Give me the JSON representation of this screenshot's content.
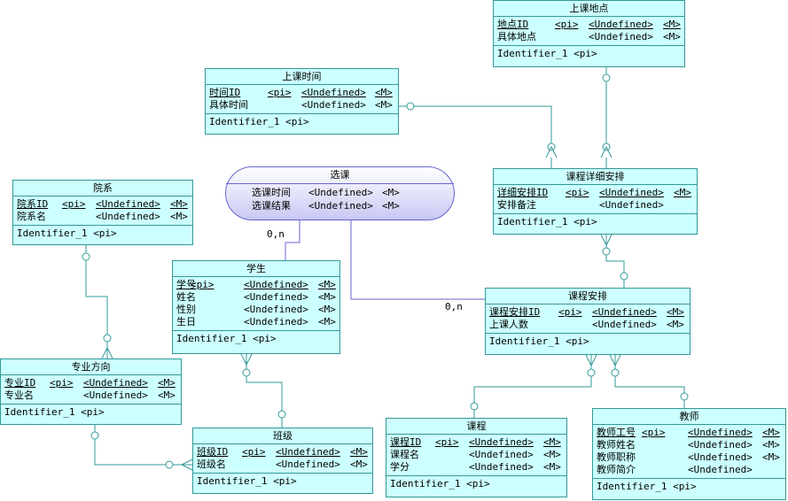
{
  "colors": {
    "entity_fill": "#ccffff",
    "entity_border": "#339999",
    "relationship_fill": "#c8c8f4",
    "relationship_border": "#6666cc",
    "link": "#339999"
  },
  "entities": {
    "shangke_didian": {
      "title": "上课地点",
      "attrs": [
        {
          "name": "地点ID",
          "key": "<pi>",
          "type": "<Undefined>",
          "mand": "<M>",
          "pk": true
        },
        {
          "name": "具体地点",
          "key": "",
          "type": "<Undefined>",
          "mand": "<M>",
          "pk": false
        }
      ],
      "identifier": "Identifier_1  <pi>"
    },
    "shangke_shijian": {
      "title": "上课时间",
      "attrs": [
        {
          "name": "时间ID",
          "key": "<pi>",
          "type": "<Undefined>",
          "mand": "<M>",
          "pk": true
        },
        {
          "name": "具体时间",
          "key": "",
          "type": "<Undefined>",
          "mand": "<M>",
          "pk": false
        }
      ],
      "identifier": "Identifier_1  <pi>"
    },
    "kecheng_xiangxi": {
      "title": "课程详细安排",
      "attrs": [
        {
          "name": "详细安排ID",
          "key": "<pi>",
          "type": "<Undefined>",
          "mand": "<M>",
          "pk": true
        },
        {
          "name": "安排备注",
          "key": "",
          "type": "<Undefined>",
          "mand": "",
          "pk": false
        }
      ],
      "identifier": "Identifier_1  <pi>"
    },
    "yuanxi": {
      "title": "院系",
      "attrs": [
        {
          "name": "院系ID",
          "key": "<pi>",
          "type": "<Undefined>",
          "mand": "<M>",
          "pk": true
        },
        {
          "name": "院系名",
          "key": "",
          "type": "<Undefined>",
          "mand": "<M>",
          "pk": false
        }
      ],
      "identifier": "Identifier_1  <pi>"
    },
    "xuesheng": {
      "title": "学生",
      "attrs": [
        {
          "name": "学号",
          "key": "<pi>",
          "type": "<Undefined>",
          "mand": "<M>",
          "pk": true
        },
        {
          "name": "姓名",
          "key": "",
          "type": "<Undefined>",
          "mand": "<M>",
          "pk": false
        },
        {
          "name": "性别",
          "key": "",
          "type": "<Undefined>",
          "mand": "<M>",
          "pk": false
        },
        {
          "name": "生日",
          "key": "",
          "type": "<Undefined>",
          "mand": "<M>",
          "pk": false
        }
      ],
      "identifier": "Identifier_1  <pi>"
    },
    "kecheng_anpai": {
      "title": "课程安排",
      "attrs": [
        {
          "name": "课程安排ID",
          "key": "<pi>",
          "type": "<Undefined>",
          "mand": "<M>",
          "pk": true
        },
        {
          "name": "上课人数",
          "key": "",
          "type": "<Undefined>",
          "mand": "<M>",
          "pk": false
        }
      ],
      "identifier": "Identifier_1  <pi>"
    },
    "zhuanye_fangxiang": {
      "title": "专业方向",
      "attrs": [
        {
          "name": "专业ID",
          "key": "<pi>",
          "type": "<Undefined>",
          "mand": "<M>",
          "pk": true
        },
        {
          "name": "专业名",
          "key": "",
          "type": "<Undefined>",
          "mand": "<M>",
          "pk": false
        }
      ],
      "identifier": "Identifier_1  <pi>"
    },
    "banji": {
      "title": "班级",
      "attrs": [
        {
          "name": "班级ID",
          "key": "<pi>",
          "type": "<Undefined>",
          "mand": "<M>",
          "pk": true
        },
        {
          "name": "班级名",
          "key": "",
          "type": "<Undefined>",
          "mand": "<M>",
          "pk": false
        }
      ],
      "identifier": "Identifier_1  <pi>"
    },
    "kecheng": {
      "title": "课程",
      "attrs": [
        {
          "name": "课程ID",
          "key": "<pi>",
          "type": "<Undefined>",
          "mand": "<M>",
          "pk": true
        },
        {
          "name": "课程名",
          "key": "",
          "type": "<Undefined>",
          "mand": "<M>",
          "pk": false
        },
        {
          "name": "学分",
          "key": "",
          "type": "<Undefined>",
          "mand": "<M>",
          "pk": false
        }
      ],
      "identifier": "Identifier_1  <pi>"
    },
    "jiaoshi": {
      "title": "教师",
      "attrs": [
        {
          "name": "教师工号",
          "key": "<pi>",
          "type": "<Undefined>",
          "mand": "<M>",
          "pk": true
        },
        {
          "name": "教师姓名",
          "key": "",
          "type": "<Undefined>",
          "mand": "<M>",
          "pk": false
        },
        {
          "name": "教师职称",
          "key": "",
          "type": "<Undefined>",
          "mand": "<M>",
          "pk": false
        },
        {
          "name": "教师简介",
          "key": "",
          "type": "<Undefined>",
          "mand": "",
          "pk": false
        }
      ],
      "identifier": "Identifier_1  <pi>"
    }
  },
  "relationship": {
    "title": "选课",
    "attrs": [
      {
        "name": "选课时间",
        "type": "<Undefined>",
        "mand": "<M>"
      },
      {
        "name": "选课结果",
        "type": "<Undefined>",
        "mand": "<M>"
      }
    ]
  },
  "cardinalities": {
    "student_side": "0,n",
    "arrangement_side": "0,n"
  }
}
